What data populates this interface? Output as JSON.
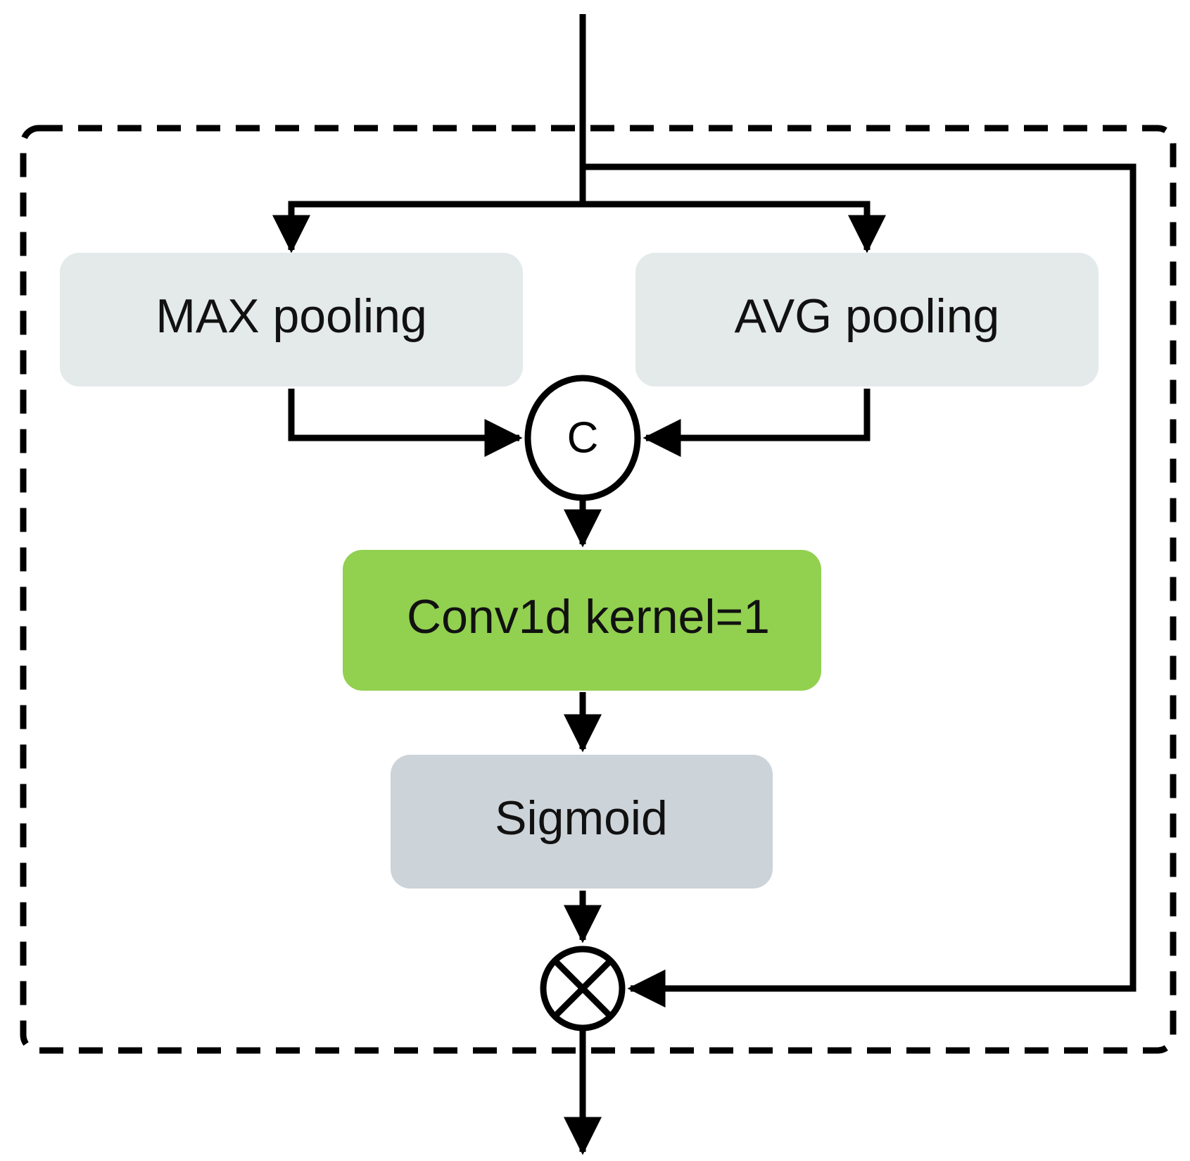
{
  "diagram": {
    "blocks": {
      "max_pool": {
        "label": "MAX pooling",
        "color": "#e4e9ea"
      },
      "avg_pool": {
        "label": "AVG pooling",
        "color": "#e4e9ea"
      },
      "conv": {
        "label": "Conv1d kernel=1",
        "color": "#92d050"
      },
      "sigmoid": {
        "label": "Sigmoid",
        "color": "#ccd3d9"
      }
    },
    "operators": {
      "concat": {
        "label": "C"
      },
      "multiply": {
        "symbol": "circle-times-icon"
      }
    },
    "boundary": {
      "style": "dashed"
    }
  }
}
